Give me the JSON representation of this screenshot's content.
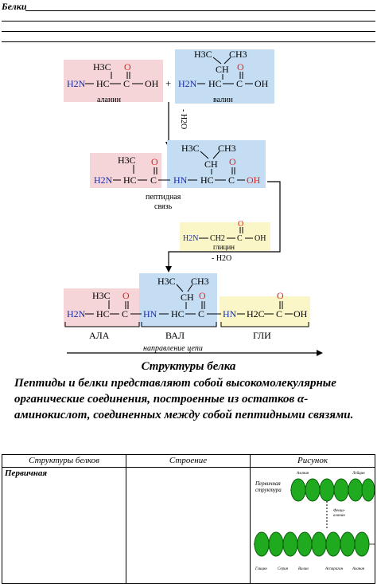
{
  "header": {
    "title": "Белки"
  },
  "scheme": {
    "alanine": {
      "ch3": "H3C",
      "h2n": "H2N",
      "hc": "HC",
      "c": "C",
      "o": "O",
      "oh": "OH",
      "label": "аланин"
    },
    "plus": "+",
    "valine": {
      "h3c": "H3C",
      "ch3": "CH3",
      "ch": "CH",
      "h2n": "H2N",
      "hc": "HC",
      "c": "C",
      "o": "O",
      "oh": "OH",
      "label": "валин"
    },
    "minus_water_1": "- H2O",
    "dipeptide": {
      "ch3": "H3C",
      "h2n": "H2N",
      "hc": "HC",
      "c": "C",
      "o": "O",
      "hn": "HN",
      "peptide_label_1": "пептидная",
      "peptide_label_2": "связь"
    },
    "glycine": {
      "h2n": "H2N",
      "ch2": "CH2",
      "c": "C",
      "o": "O",
      "oh": "OH",
      "label": "глицин"
    },
    "minus_water_2": "- H2O",
    "tripeptide": {
      "ala": "АЛА",
      "val": "ВАЛ",
      "gly": "ГЛИ",
      "h2c": "H2C"
    },
    "direction": "направление цепи"
  },
  "caption": "Структуры белка",
  "definition": "Пептиды и белки представляют собой высокомолекулярные органические соединения, построенные из остатков α-аминокислот, соединенных между собой пептидными связями.",
  "table": {
    "headers": [
      "Структуры белков",
      "Строение",
      "Рисунок"
    ],
    "rows": [
      {
        "structure": "Первичная",
        "build": ""
      }
    ],
    "figure": {
      "title_line1": "Первичная",
      "title_line2": "структура",
      "top_labels": [
        "Аланин",
        "Лейцин"
      ],
      "side_label_1": "Фенил-",
      "side_label_2": "аланин",
      "bottom_labels": [
        "Глицин",
        "Серин",
        "Валин",
        "Аспарагин",
        "Аланин"
      ],
      "bead_color": "#1faa1f"
    }
  },
  "colors": {
    "pink": "#f5d5d8",
    "blue": "#c5ddf2",
    "yellow": "#fbf6c8",
    "red": "#e0211c",
    "navy": "#1a2fa8"
  }
}
